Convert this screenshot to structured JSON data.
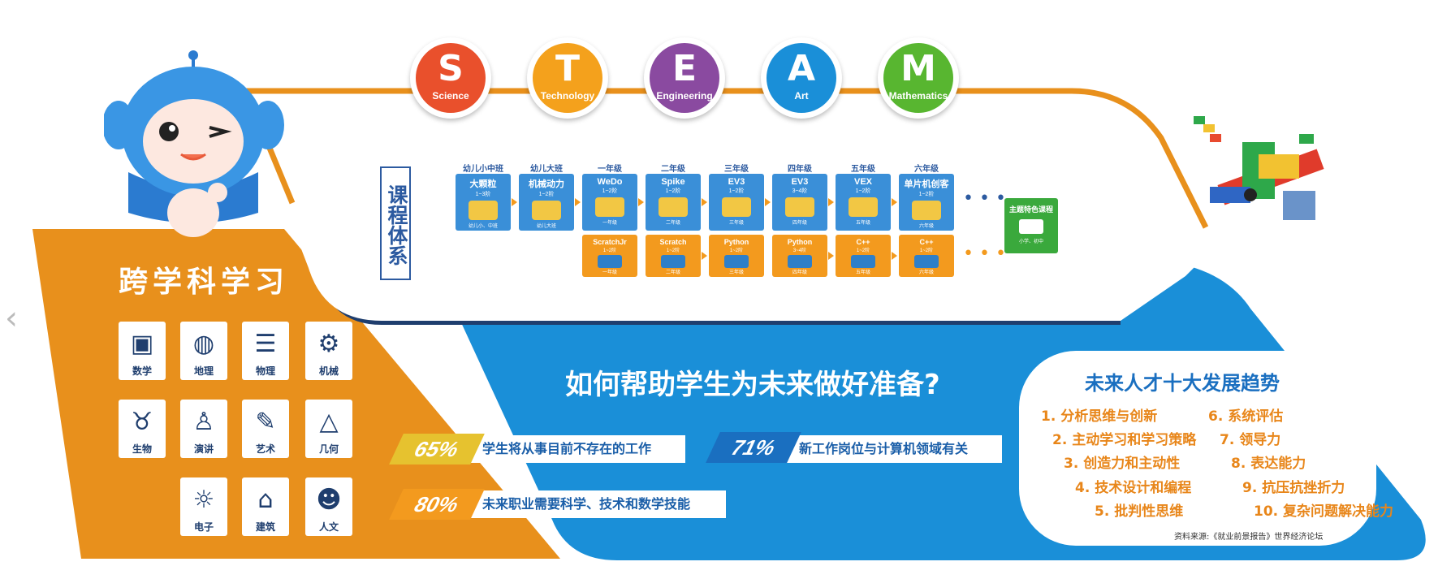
{
  "steam": [
    {
      "letter": "S",
      "word": "Science",
      "color": "#e9502c"
    },
    {
      "letter": "T",
      "word": "Technology",
      "color": "#f4a11c"
    },
    {
      "letter": "E",
      "word": "Engineering",
      "color": "#8a4aa0"
    },
    {
      "letter": "A",
      "word": "Art",
      "color": "#1a8fd8"
    },
    {
      "letter": "M",
      "word": "Mathematics",
      "color": "#58b630"
    }
  ],
  "curriculum": {
    "title": "课程体系",
    "grades": [
      "幼儿小中班",
      "幼儿大班",
      "一年级",
      "二年级",
      "三年级",
      "四年级",
      "五年级",
      "六年级"
    ],
    "row1": [
      {
        "name": "大颗粒",
        "stage": "1~3阶",
        "foot": "幼儿小、中班"
      },
      {
        "name": "机械动力",
        "stage": "1~2阶",
        "foot": "幼儿大班"
      },
      {
        "name": "WeDo",
        "stage": "1~2阶",
        "foot": "一年级"
      },
      {
        "name": "Spike",
        "stage": "1~2阶",
        "foot": "二年级"
      },
      {
        "name": "EV3",
        "stage": "1~2阶",
        "foot": "三年级"
      },
      {
        "name": "EV3",
        "stage": "3~4阶",
        "foot": "四年级"
      },
      {
        "name": "VEX",
        "stage": "1~2阶",
        "foot": "五年级"
      },
      {
        "name": "单片机创客",
        "stage": "1~2阶",
        "foot": "六年级"
      }
    ],
    "row2": [
      {
        "name": "ScratchJr",
        "stage": "1~2阶",
        "foot": "一年级"
      },
      {
        "name": "Scratch",
        "stage": "1~2阶",
        "foot": "二年级"
      },
      {
        "name": "Python",
        "stage": "1~2阶",
        "foot": "三年级"
      },
      {
        "name": "Python",
        "stage": "3~4阶",
        "foot": "四年级"
      },
      {
        "name": "C++",
        "stage": "1~2阶",
        "foot": "五年级"
      },
      {
        "name": "C++",
        "stage": "1~2阶",
        "foot": "六年级"
      }
    ],
    "special": {
      "title": "主题特色课程",
      "foot": "小学、初中"
    }
  },
  "cross": {
    "title": "跨学科学习",
    "subjects": [
      {
        "label": "数学",
        "icon": "blackboard-icon"
      },
      {
        "label": "地理",
        "icon": "globe-icon"
      },
      {
        "label": "物理",
        "icon": "books-icon"
      },
      {
        "label": "机械",
        "icon": "gears-icon"
      },
      {
        "label": "生物",
        "icon": "owl-icon"
      },
      {
        "label": "演讲",
        "icon": "presentation-icon"
      },
      {
        "label": "艺术",
        "icon": "palette-icon"
      },
      {
        "label": "几何",
        "icon": "triangle-icon"
      },
      {
        "label": "电子",
        "icon": "bulb-icon"
      },
      {
        "label": "建筑",
        "icon": "building-icon"
      },
      {
        "label": "人文",
        "icon": "people-icon"
      }
    ]
  },
  "question": "如何帮助学生为未来做好准备?",
  "stats": [
    {
      "pct": "65%",
      "text": "学生将从事目前不存在的工作"
    },
    {
      "pct": "71%",
      "text": "新工作岗位与计算机领域有关"
    },
    {
      "pct": "80%",
      "text": "未来职业需要科学、技术和数学技能"
    }
  ],
  "trends": {
    "title": "未来人才十大发展趋势",
    "items": [
      "1. 分析思维与创新",
      "2. 主动学习和学习策略",
      "3. 创造力和主动性",
      "4. 技术设计和编程",
      "5. 批判性思维",
      "6. 系统评估",
      "7. 领导力",
      "8. 表达能力",
      "9. 抗压抗挫折力",
      "10. 复杂问题解决能力"
    ],
    "source": "资料来源:《就业前景报告》世界经济论坛"
  },
  "colors": {
    "orange": "#e8901c",
    "blue": "#1a8fd8",
    "navy": "#1f3e6e"
  }
}
